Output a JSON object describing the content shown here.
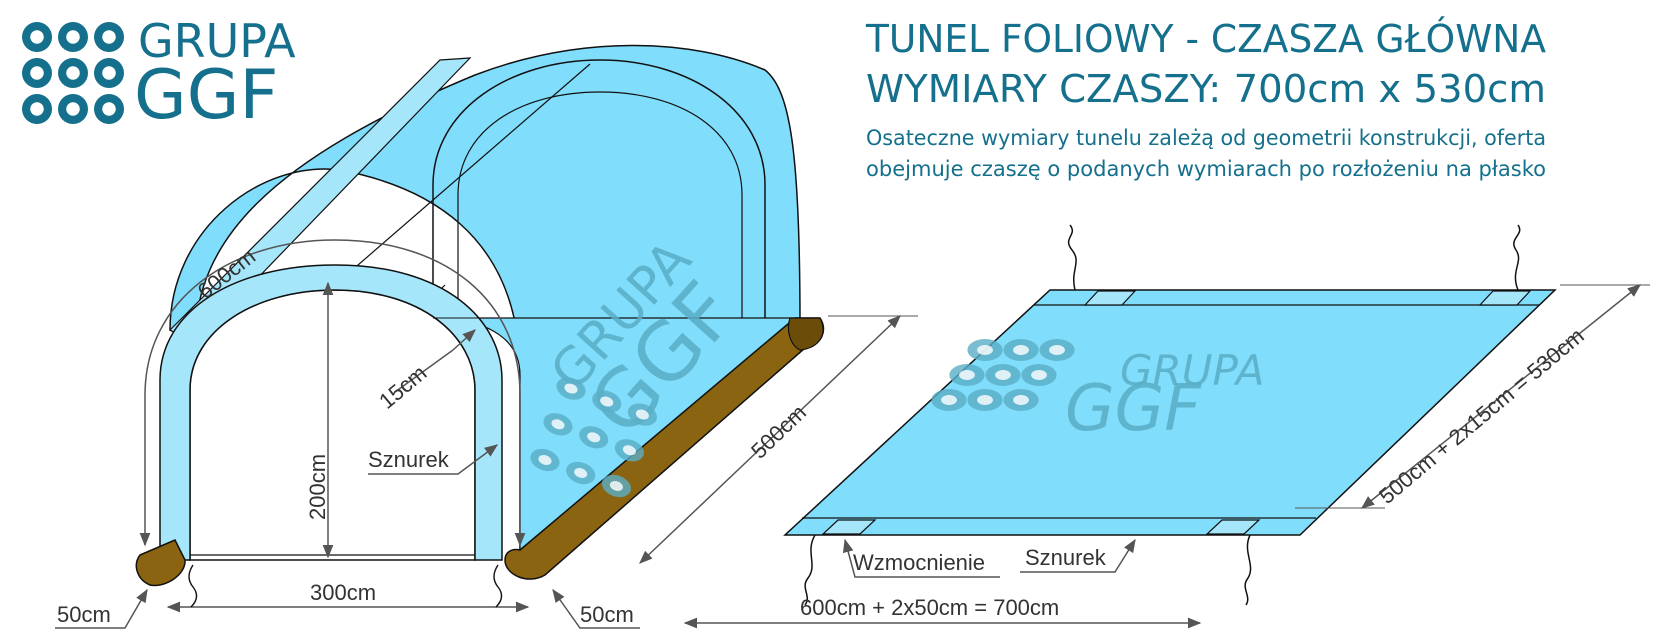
{
  "brand": {
    "line1": "GRUPA",
    "line2": "GGF"
  },
  "title": {
    "line1": "TUNEL FOLIOWY - CZASZA GŁÓWNA",
    "line2": "WYMIARY CZASZY: 700cm x 530cm",
    "note1": "Osateczne wymiary tunelu zależą od geometrii konstrukcji, oferta",
    "note2": "obejmuje czaszę o podanych wymiarach po rozłożeniu na płasko"
  },
  "watermark": {
    "line1": "GRUPA",
    "line2": "GGF"
  },
  "tunnel_labels": {
    "arc": "600cm",
    "hem": "15cm",
    "height": "200cm",
    "cord": "Sznurek",
    "length": "500cm",
    "width": "300cm",
    "skirt_left": "50cm",
    "skirt_right": "50cm"
  },
  "flat_labels": {
    "width_formula": "600cm + 2x50cm = 700cm",
    "depth_formula": "500cm + 2x15cm = 530cm",
    "reinforcement": "Wzmocnienie",
    "cord": "Sznurek"
  },
  "colors": {
    "brand": "#14708c",
    "film": "#80ddfb",
    "film_light": "#a6e6fb",
    "watermark": "#5aaec6",
    "skirt": "#8a6410",
    "skirt_dark": "#6b4c08",
    "line": "#333333"
  }
}
